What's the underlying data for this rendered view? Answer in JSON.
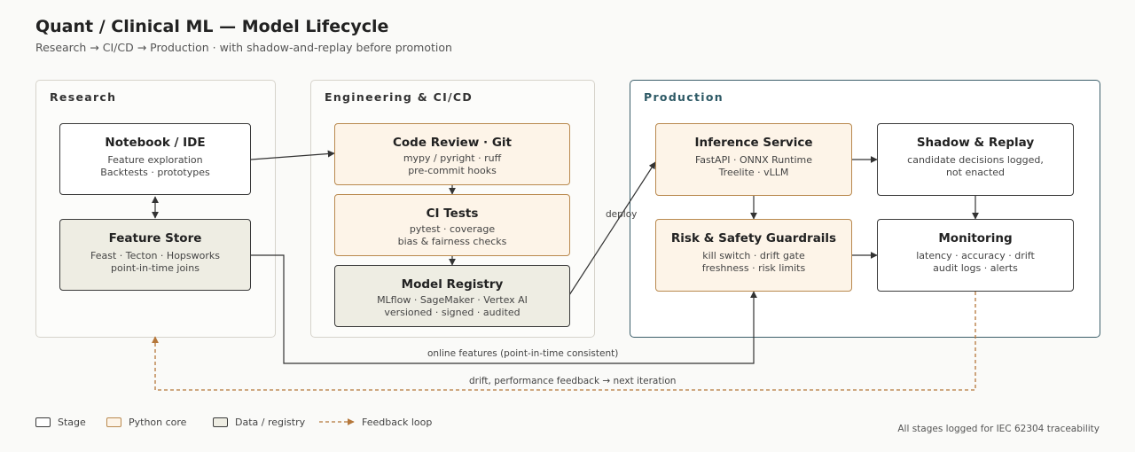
{
  "header": {
    "title": "Quant / Clinical ML — Model Lifecycle",
    "subtitle": "Research → CI/CD → Production · with shadow-and-replay before promotion"
  },
  "groups": {
    "research": "Research",
    "engineering": "Engineering & CI/CD",
    "production": "Production"
  },
  "nodes": {
    "notebook": {
      "title": "Notebook / IDE",
      "lines": [
        "Feature exploration",
        "Backtests · prototypes"
      ]
    },
    "feature_store": {
      "title": "Feature Store",
      "lines": [
        "Feast · Tecton · Hopsworks",
        "point-in-time joins"
      ]
    },
    "code_review": {
      "title": "Code Review · Git",
      "lines": [
        "mypy / pyright · ruff",
        "pre-commit hooks"
      ]
    },
    "ci_tests": {
      "title": "CI Tests",
      "lines": [
        "pytest · coverage",
        "bias & fairness checks"
      ]
    },
    "model_registry": {
      "title": "Model Registry",
      "lines": [
        "MLflow · SageMaker · Vertex AI",
        "versioned · signed · audited"
      ]
    },
    "inference": {
      "title": "Inference Service",
      "lines": [
        "FastAPI · ONNX Runtime",
        "Treelite · vLLM"
      ]
    },
    "shadow": {
      "title": "Shadow & Replay",
      "lines": [
        "candidate decisions logged,",
        "not enacted"
      ]
    },
    "guardrails": {
      "title": "Risk & Safety Guardrails",
      "lines": [
        "kill switch · drift gate",
        "freshness · risk limits"
      ]
    },
    "monitoring": {
      "title": "Monitoring",
      "lines": [
        "latency · accuracy · drift",
        "audit logs · alerts"
      ]
    }
  },
  "edge_labels": {
    "deploy": "deploy",
    "online_features": "online features (point-in-time consistent)",
    "feedback": "drift, performance feedback → next iteration"
  },
  "legend": {
    "stage": "Stage",
    "python_core": "Python core",
    "data_registry": "Data / registry",
    "feedback_loop": "Feedback loop"
  },
  "colors": {
    "stage_border": "#3a3a3a",
    "python_fill": "#fdf4e8",
    "python_border": "#b9894e",
    "data_fill": "#eeede3",
    "production_border": "#3d5f6b",
    "feedback": "#b5773a"
  },
  "footer": "All stages logged for IEC 62304 traceability"
}
